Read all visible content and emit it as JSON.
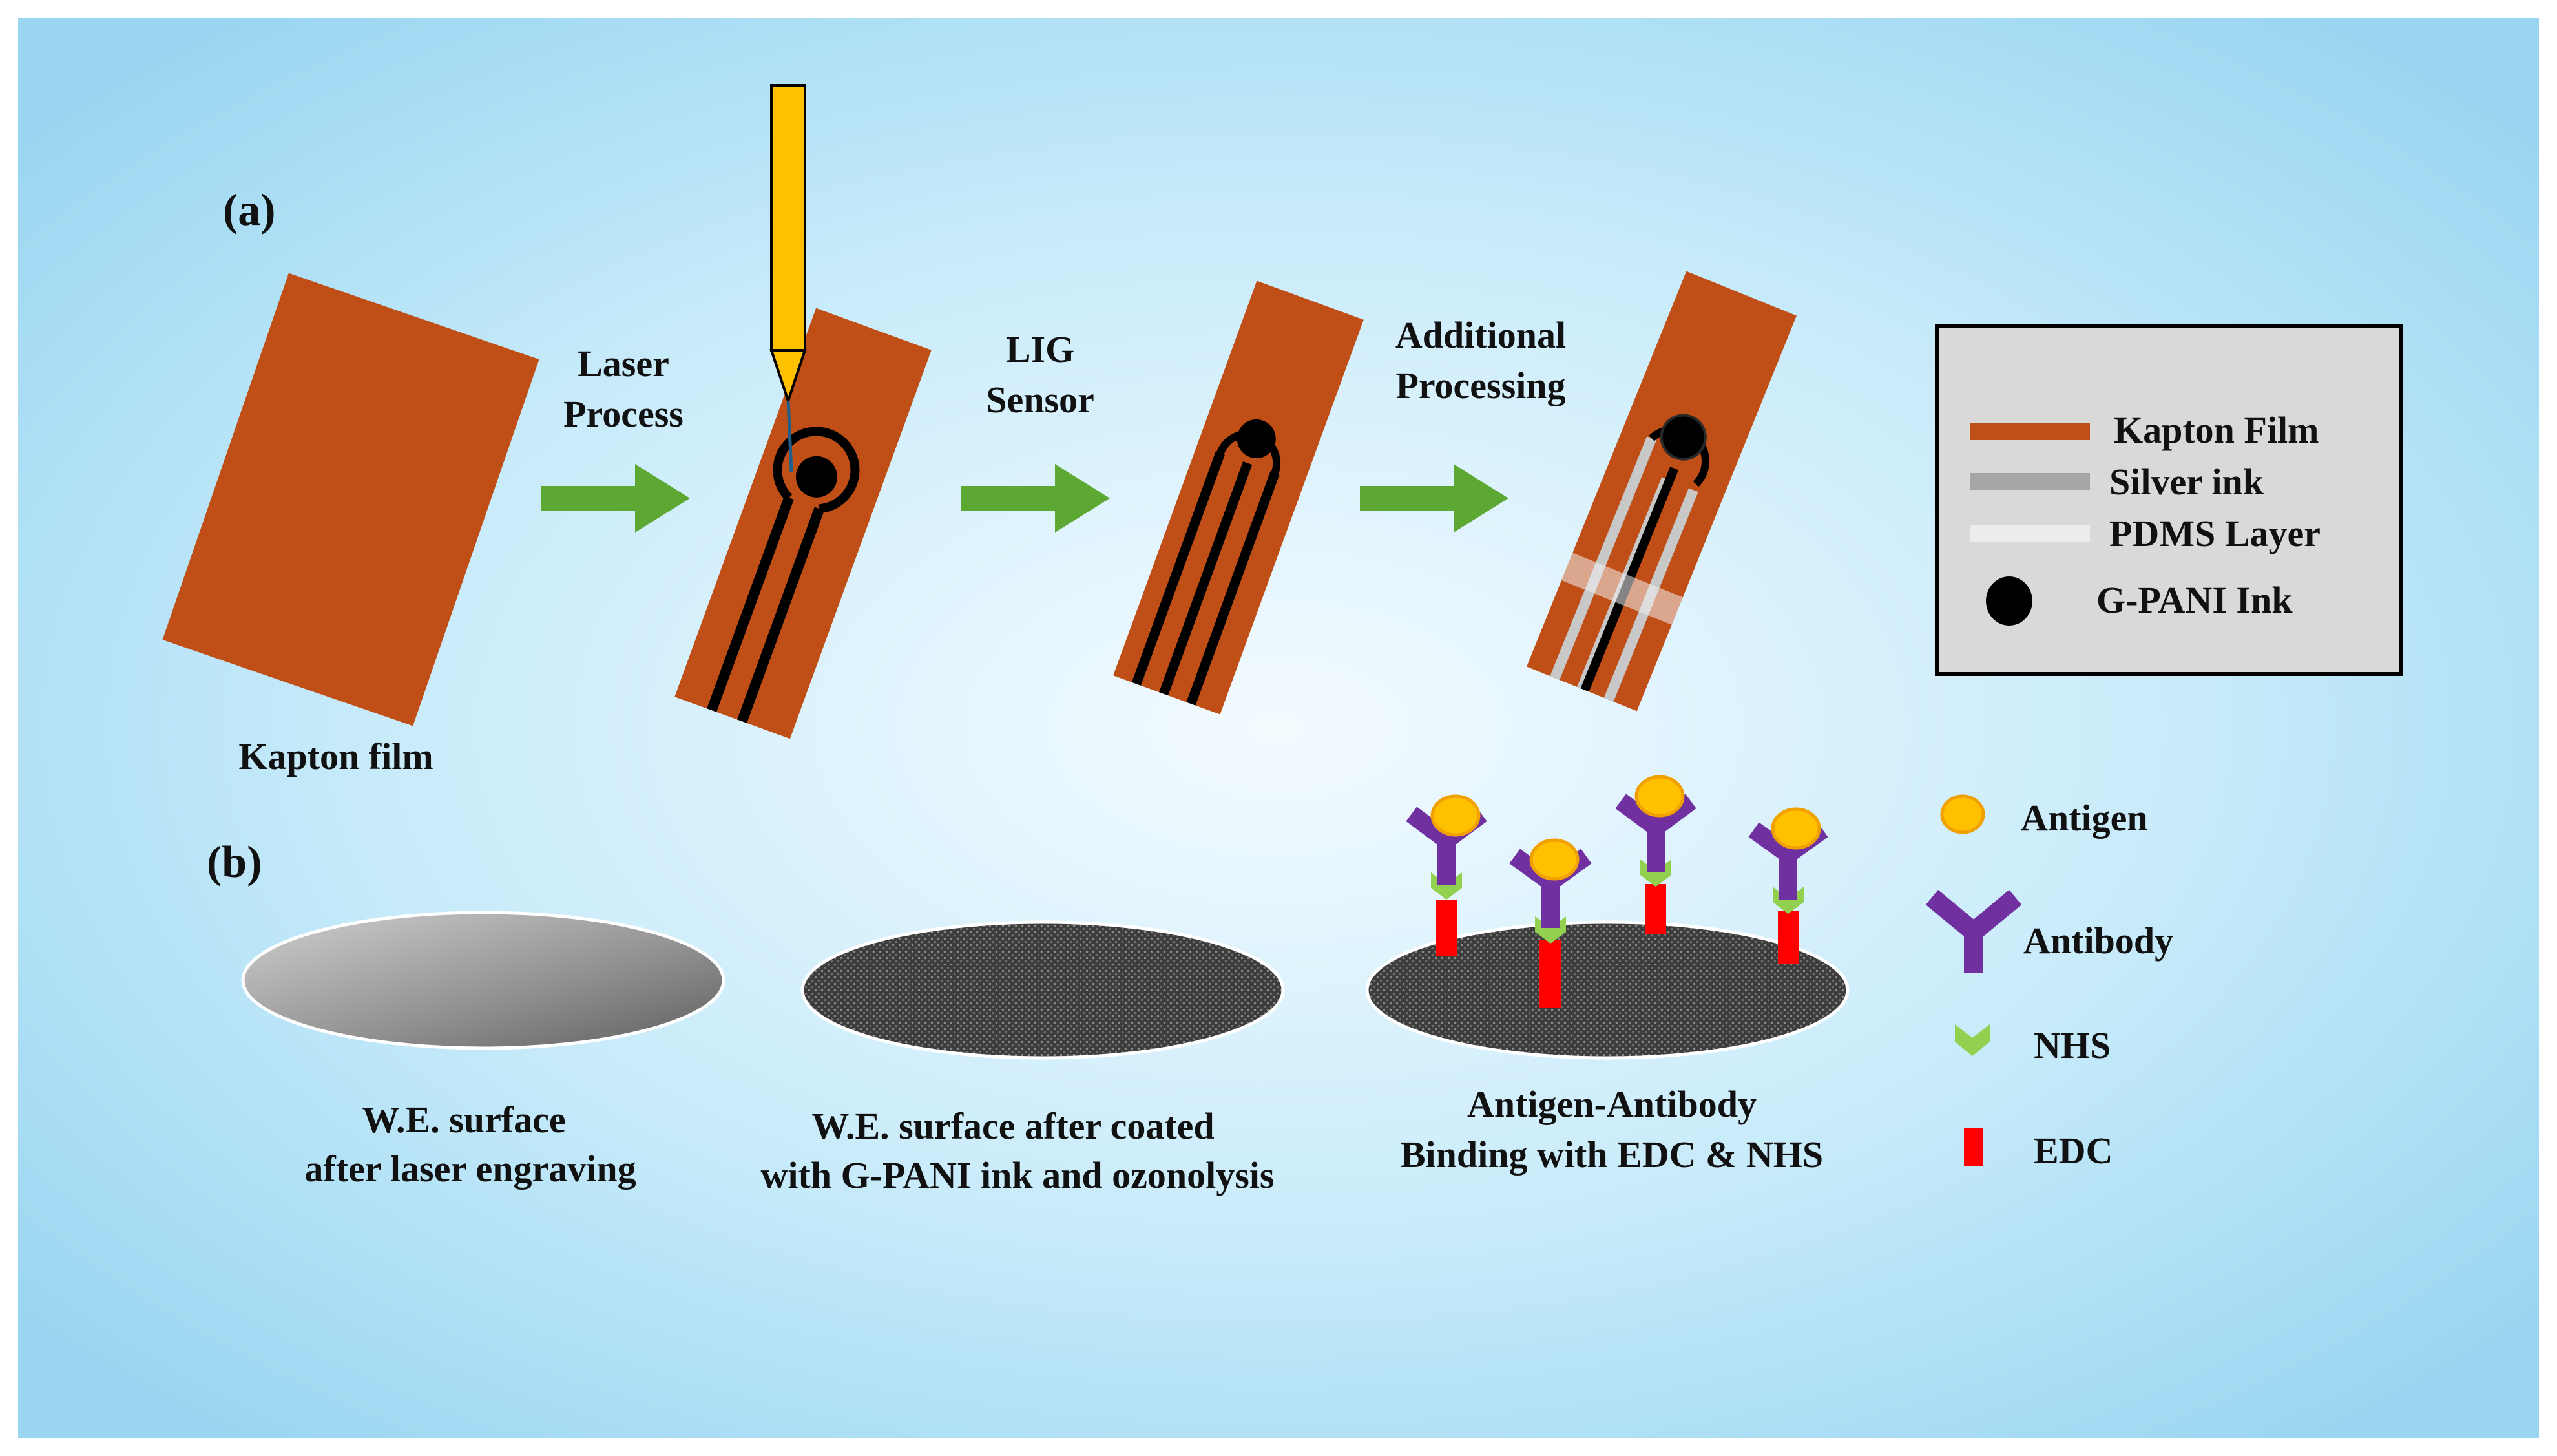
{
  "panel_a": {
    "label": "(a)",
    "kapton_film_caption": "Kapton film",
    "step1": {
      "line1": "Laser",
      "line2": "Process"
    },
    "step2": {
      "line1": "LIG",
      "line2": "Sensor"
    },
    "step3": {
      "line1": "Additional",
      "line2": "Processing"
    }
  },
  "legend": {
    "items": [
      {
        "label": "Kapton Film",
        "icon": "kapton-swatch",
        "color": "#bf4e17"
      },
      {
        "label": "Silver ink",
        "icon": "silver-ink-swatch",
        "color": "#a6a6a6"
      },
      {
        "label": "PDMS Layer",
        "icon": "pdms-swatch",
        "color": "#ececec"
      },
      {
        "label": "G-PANI Ink",
        "icon": "gpani-dot",
        "color": "#000000"
      }
    ]
  },
  "panel_b": {
    "label": "(b)",
    "surface1": {
      "line1": "W.E. surface",
      "line2": "after laser engraving"
    },
    "surface2": {
      "line1": "W.E. surface after coated",
      "line2": "with G-PANI ink and ozonolysis"
    },
    "surface3": {
      "line1": "Antigen-Antibody",
      "line2": "Binding with EDC & NHS"
    }
  },
  "bio_legend": {
    "items": [
      {
        "label": "Antigen",
        "icon": "antigen-icon"
      },
      {
        "label": "Antibody",
        "icon": "antibody-icon"
      },
      {
        "label": "NHS",
        "icon": "nhs-icon"
      },
      {
        "label": "EDC",
        "icon": "edc-icon"
      }
    ]
  },
  "colors": {
    "background_center": "#eefaff",
    "background_edge": "#9ad6f1",
    "kapton": "#bf4e17",
    "arrow": "#5ca832",
    "laser_pen": "#ffc000",
    "antibody": "#7030a0",
    "antigen": "#ffc000",
    "nhs": "#92d050",
    "edc": "#ff0000"
  }
}
